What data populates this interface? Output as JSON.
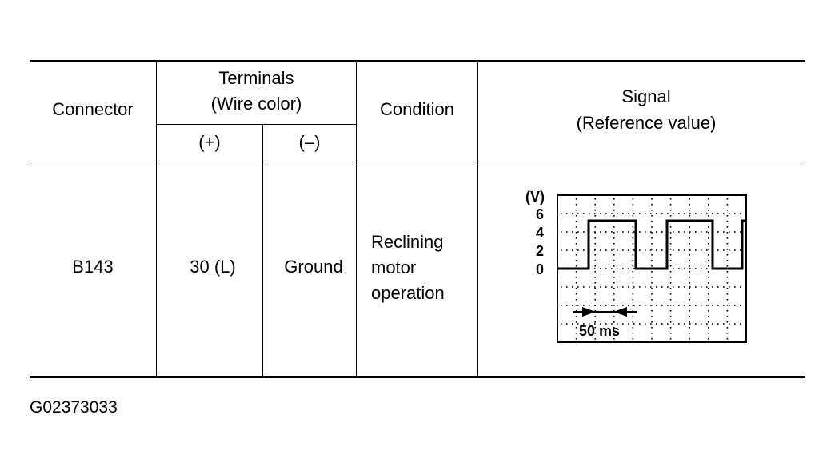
{
  "table": {
    "headers": {
      "connector": "Connector",
      "terminals_line1": "Terminals",
      "terminals_line2": "(Wire color)",
      "plus": "(+)",
      "minus": "(–)",
      "condition": "Condition",
      "signal_line1": "Signal",
      "signal_line2": "(Reference value)"
    },
    "row": {
      "connector": "B143",
      "plus": "30 (L)",
      "minus": "Ground",
      "condition_line1": "Reclining",
      "condition_line2": "motor",
      "condition_line3": "operation"
    }
  },
  "waveform": {
    "unit_label": "(V)",
    "tick_labels": [
      "6",
      "4",
      "2",
      "0"
    ],
    "time_label": "50 ms",
    "high_voltage": 5,
    "low_voltage": 0
  },
  "figure_id": "G02373033"
}
